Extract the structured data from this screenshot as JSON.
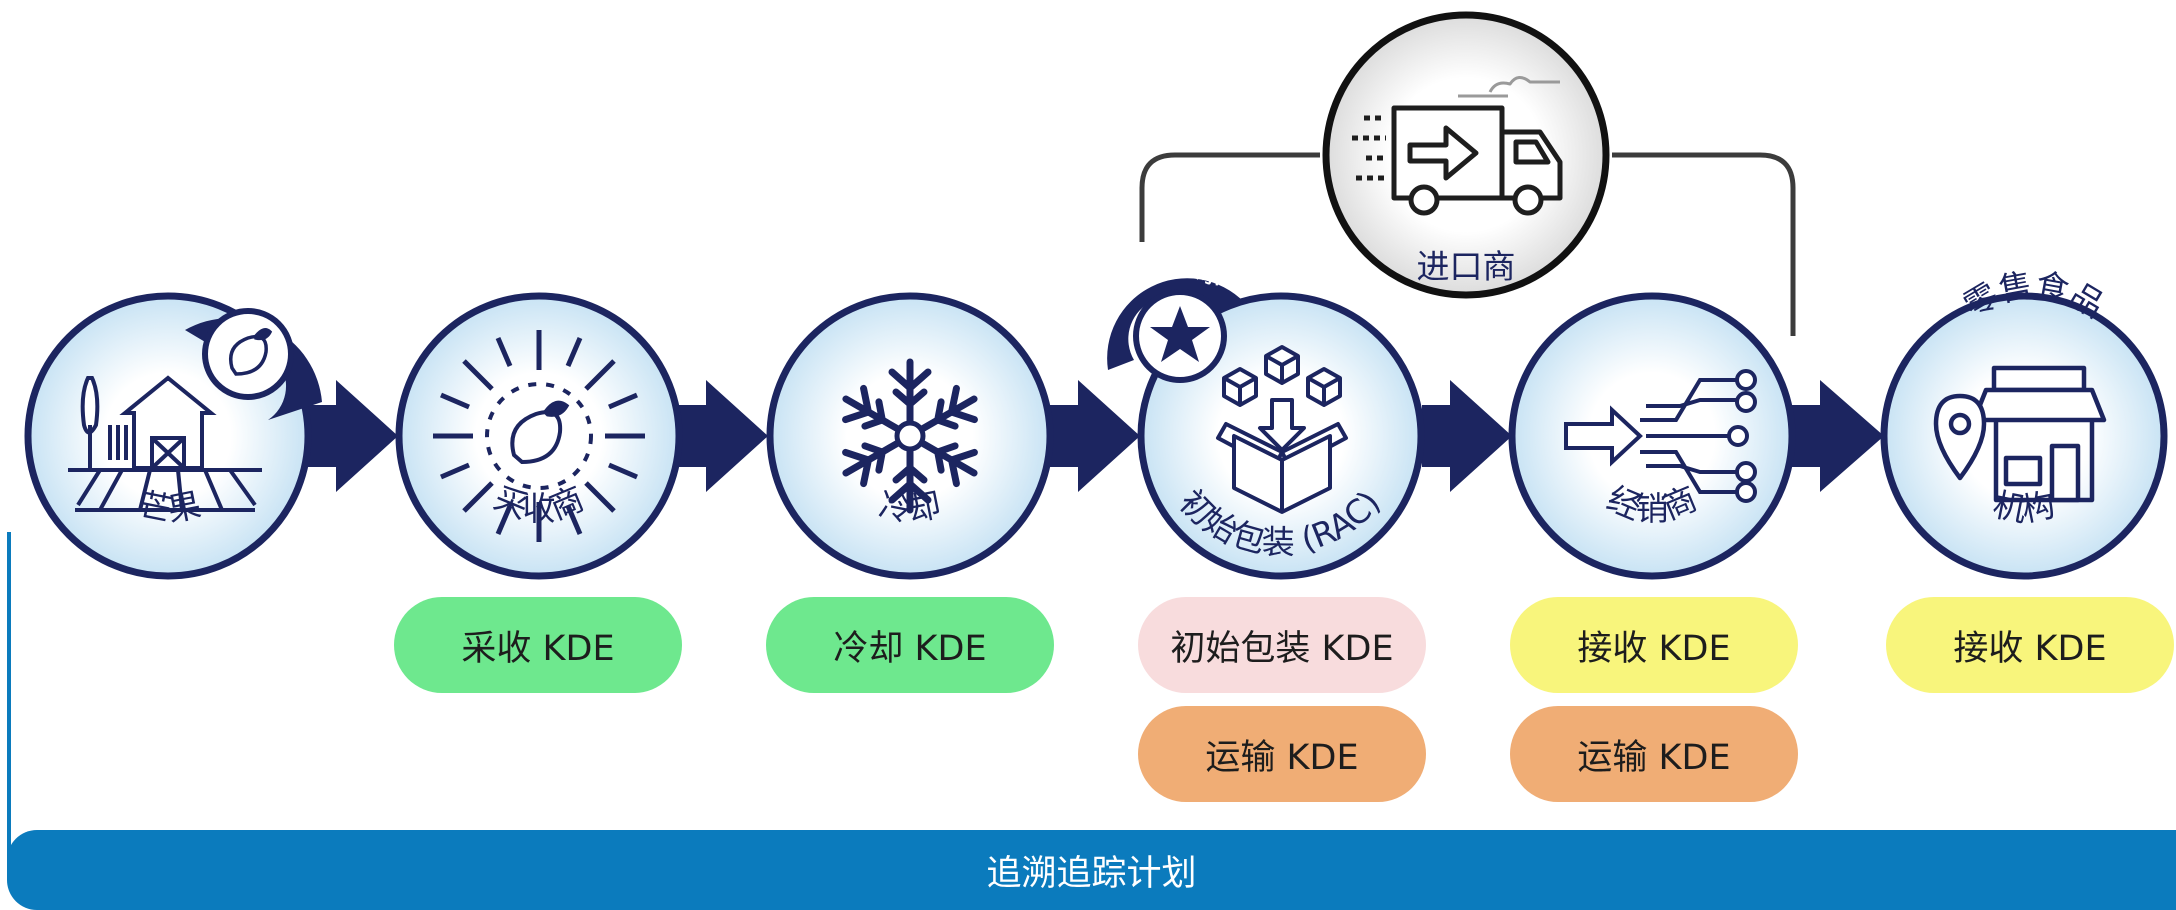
{
  "nodes": [
    {
      "id": "mango",
      "label": "芒果",
      "badge": "芒果"
    },
    {
      "id": "harvester",
      "label": "采收商"
    },
    {
      "id": "cooling",
      "label": "冷却"
    },
    {
      "id": "packing",
      "label": "初始包装 (RAC)",
      "badge": "TLC来源"
    },
    {
      "id": "distributor",
      "label": "经销商"
    },
    {
      "id": "retail",
      "label": "机构",
      "top_label": "零售食品"
    }
  ],
  "importer": {
    "label": "进口商"
  },
  "kde": [
    {
      "id": "harvest",
      "label": "采收 KDE",
      "color": "#6ee88e"
    },
    {
      "id": "cool",
      "label": "冷却 KDE",
      "color": "#6ee88e"
    },
    {
      "id": "pack",
      "label": "初始包装 KDE",
      "color": "#f8dcdd"
    },
    {
      "id": "ship1",
      "label": "运输 KDE",
      "color": "#f0ad75"
    },
    {
      "id": "receive1",
      "label": "接收 KDE",
      "color": "#f8f57c"
    },
    {
      "id": "ship2",
      "label": "运输 KDE",
      "color": "#f0ad75"
    },
    {
      "id": "receive2",
      "label": "接收 KDE",
      "color": "#f8f57c"
    }
  ],
  "footer": {
    "label": "追溯追踪计划"
  },
  "colors": {
    "navy": "#1c2560",
    "footer": "#0b7bbd",
    "inner_glow": "#cfe7f6"
  }
}
